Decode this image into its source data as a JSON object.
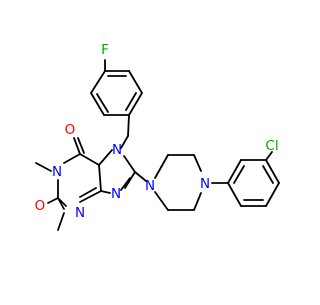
{
  "molecule": {
    "atom_labels": {
      "fluorine": "F",
      "chlorine": "Cl",
      "oxygen_c6": "O",
      "oxygen_c2": "O",
      "nitrogen_1": "N",
      "nitrogen_3": "N",
      "nitrogen_7": "N",
      "nitrogen_9": "N",
      "piperazine_n_left": "N",
      "piperazine_n_right": "N"
    },
    "colors": {
      "bond": "#000000",
      "nitrogen": "#0000ff",
      "oxygen": "#ff0000",
      "fluorine": "#00aa00",
      "chlorine": "#00aa00"
    }
  }
}
